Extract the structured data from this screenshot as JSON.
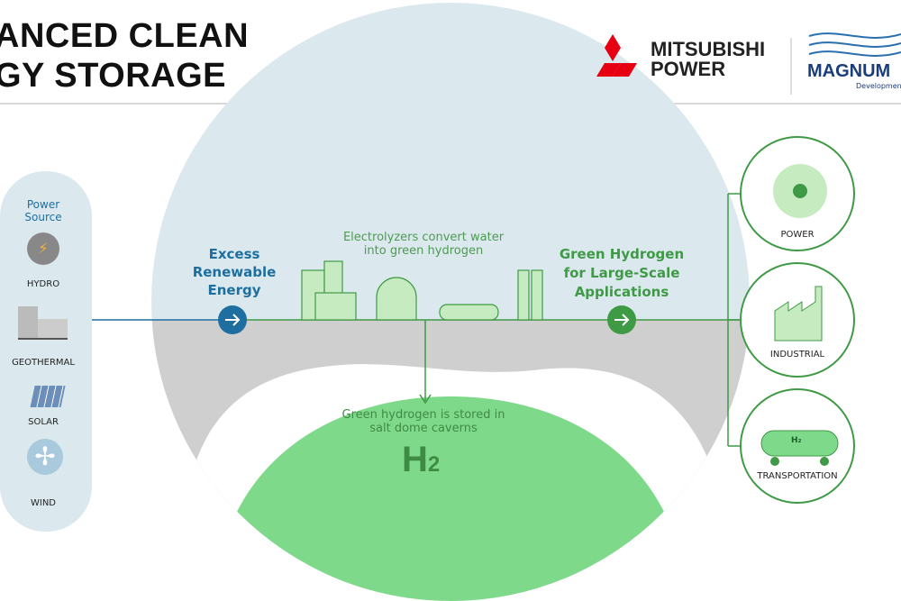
{
  "title": {
    "line1": "ANCED CLEAN",
    "line2": "GY STORAGE"
  },
  "logos": {
    "mitsubishi_line1": "MITSUBISHI",
    "mitsubishi_line2": "POWER",
    "magnum": "MAGNUM",
    "magnum_sub": "Development"
  },
  "power_source": {
    "heading_line1": "Power",
    "heading_line2": "Source",
    "items": [
      {
        "label": "HYDRO",
        "icon": "hydro-icon"
      },
      {
        "label": "GEOTHERMAL",
        "icon": "geothermal-icon"
      },
      {
        "label": "SOLAR",
        "icon": "solar-icon"
      },
      {
        "label": "WIND",
        "icon": "wind-icon"
      }
    ]
  },
  "flow": {
    "excess_line1": "Excess",
    "excess_line2": "Renewable",
    "excess_line3": "Energy",
    "electrolyzer_line1": "Electrolyzers convert water",
    "electrolyzer_line2": "into green hydrogen",
    "gh_line1": "Green Hydrogen",
    "gh_line2": "for Large-Scale",
    "gh_line3": "Applications",
    "stored_line1": "Green hydrogen is stored in",
    "stored_line2": "salt dome caverns",
    "h2": "H",
    "h2_sub": "2"
  },
  "applications": [
    {
      "label": "POWER",
      "icon": "turbine-icon"
    },
    {
      "label": "INDUSTRIAL",
      "icon": "factory-icon"
    },
    {
      "label": "TRANSPORTATION",
      "icon": "rail-tank-car-icon",
      "tank_text": "H₂"
    }
  ],
  "colors": {
    "blue": "#1e6f9f",
    "green": "#3f9a45",
    "light_green": "#7fd98a",
    "sky": "#dbe9ef",
    "gray": "#cfcfcf"
  }
}
